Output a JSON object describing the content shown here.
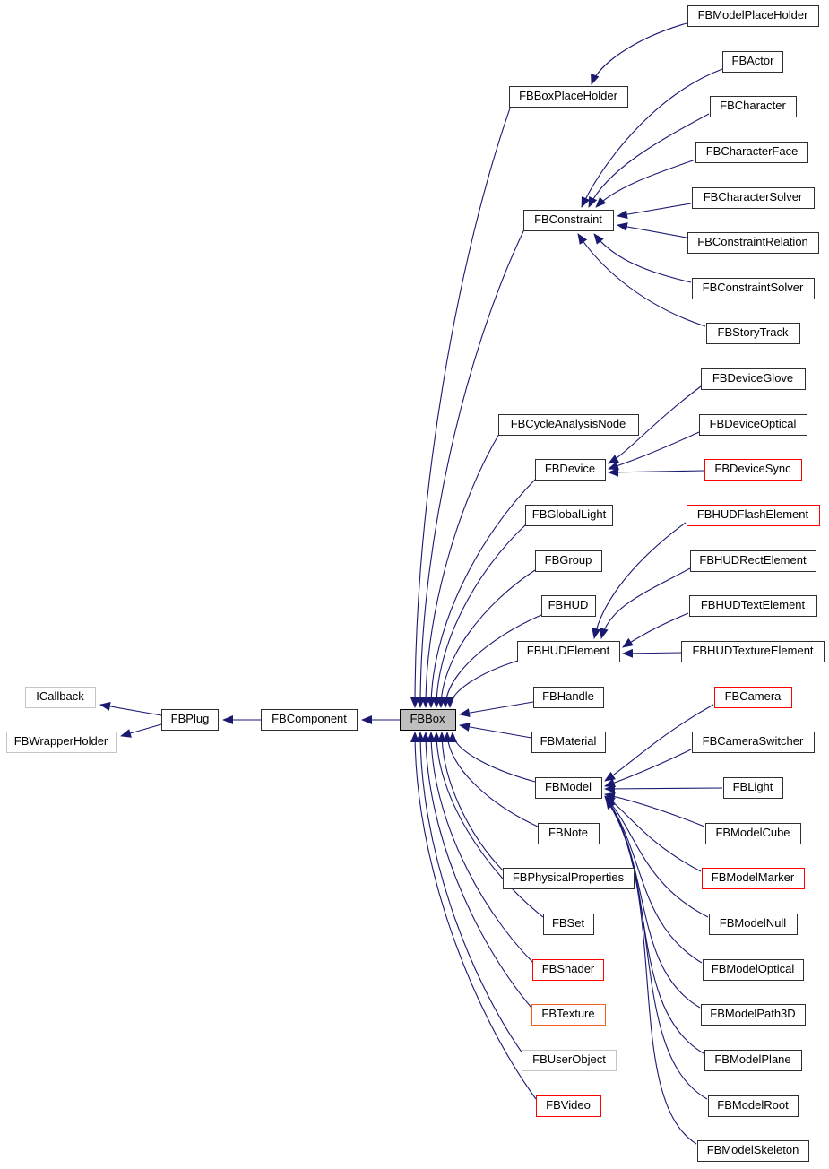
{
  "diagram": {
    "kind": "class-inheritance-graph",
    "root": "FBBox",
    "colors": {
      "edge": "#191970",
      "node_border": "#2e2e2e",
      "highlight_fill": "#bfbfbf",
      "red_border": "#fe0000",
      "orange_border": "#f4611e",
      "gray_border": "#c5c5c5",
      "background": "#ffffff"
    },
    "nodes": [
      {
        "id": "icallback",
        "label": "ICallback",
        "style": "gray"
      },
      {
        "id": "fbwrapperholder",
        "label": "FBWrapperHolder",
        "style": "gray"
      },
      {
        "id": "fbplug",
        "label": "FBPlug",
        "style": "default"
      },
      {
        "id": "fbcomponent",
        "label": "FBComponent",
        "style": "default"
      },
      {
        "id": "fbbox",
        "label": "FBBox",
        "style": "highlight"
      },
      {
        "id": "fbboxplaceholder",
        "label": "FBBoxPlaceHolder",
        "style": "default"
      },
      {
        "id": "fbconstraint",
        "label": "FBConstraint",
        "style": "default"
      },
      {
        "id": "fbcycleanalysisnode",
        "label": "FBCycleAnalysisNode",
        "style": "default"
      },
      {
        "id": "fbdevice",
        "label": "FBDevice",
        "style": "default"
      },
      {
        "id": "fbgloballight",
        "label": "FBGlobalLight",
        "style": "default"
      },
      {
        "id": "fbgroup",
        "label": "FBGroup",
        "style": "default"
      },
      {
        "id": "fbhud",
        "label": "FBHUD",
        "style": "default"
      },
      {
        "id": "fbhudelement",
        "label": "FBHUDElement",
        "style": "default"
      },
      {
        "id": "fbhandle",
        "label": "FBHandle",
        "style": "default"
      },
      {
        "id": "fbmaterial",
        "label": "FBMaterial",
        "style": "default"
      },
      {
        "id": "fbmodel",
        "label": "FBModel",
        "style": "default"
      },
      {
        "id": "fbnote",
        "label": "FBNote",
        "style": "default"
      },
      {
        "id": "fbphysicalproperties",
        "label": "FBPhysicalProperties",
        "style": "default"
      },
      {
        "id": "fbset",
        "label": "FBSet",
        "style": "default"
      },
      {
        "id": "fbshader",
        "label": "FBShader",
        "style": "red"
      },
      {
        "id": "fbtexture",
        "label": "FBTexture",
        "style": "orange"
      },
      {
        "id": "fbuserobject",
        "label": "FBUserObject",
        "style": "gray"
      },
      {
        "id": "fbvideo",
        "label": "FBVideo",
        "style": "red"
      },
      {
        "id": "fbmodelplaceholder",
        "label": "FBModelPlaceHolder",
        "style": "default"
      },
      {
        "id": "fbactor",
        "label": "FBActor",
        "style": "default"
      },
      {
        "id": "fbcharacter",
        "label": "FBCharacter",
        "style": "default"
      },
      {
        "id": "fbcharacterface",
        "label": "FBCharacterFace",
        "style": "default"
      },
      {
        "id": "fbcharactersolver",
        "label": "FBCharacterSolver",
        "style": "default"
      },
      {
        "id": "fbconstraintrelation",
        "label": "FBConstraintRelation",
        "style": "default"
      },
      {
        "id": "fbconstraintsolver",
        "label": "FBConstraintSolver",
        "style": "default"
      },
      {
        "id": "fbstorytrack",
        "label": "FBStoryTrack",
        "style": "default"
      },
      {
        "id": "fbdeviceglove",
        "label": "FBDeviceGlove",
        "style": "default"
      },
      {
        "id": "fbdeviceoptical",
        "label": "FBDeviceOptical",
        "style": "default"
      },
      {
        "id": "fbdevicesync",
        "label": "FBDeviceSync",
        "style": "red"
      },
      {
        "id": "fbhudflashelement",
        "label": "FBHUDFlashElement",
        "style": "red"
      },
      {
        "id": "fbhudrectelement",
        "label": "FBHUDRectElement",
        "style": "default"
      },
      {
        "id": "fbhudtextelement",
        "label": "FBHUDTextElement",
        "style": "default"
      },
      {
        "id": "fbhudtextureelement",
        "label": "FBHUDTextureElement",
        "style": "default"
      },
      {
        "id": "fbcamera",
        "label": "FBCamera",
        "style": "red"
      },
      {
        "id": "fbcameraswitcher",
        "label": "FBCameraSwitcher",
        "style": "default"
      },
      {
        "id": "fblight",
        "label": "FBLight",
        "style": "default"
      },
      {
        "id": "fbmodelcube",
        "label": "FBModelCube",
        "style": "default"
      },
      {
        "id": "fbmodelmarker",
        "label": "FBModelMarker",
        "style": "red"
      },
      {
        "id": "fbmodelnull",
        "label": "FBModelNull",
        "style": "default"
      },
      {
        "id": "fbmodeloptical",
        "label": "FBModelOptical",
        "style": "default"
      },
      {
        "id": "fbmodelpath3d",
        "label": "FBModelPath3D",
        "style": "default"
      },
      {
        "id": "fbmodelplane",
        "label": "FBModelPlane",
        "style": "default"
      },
      {
        "id": "fbmodelroot",
        "label": "FBModelRoot",
        "style": "default"
      },
      {
        "id": "fbmodelskeleton",
        "label": "FBModelSkeleton",
        "style": "default"
      }
    ],
    "edges": [
      {
        "from": "fbbox",
        "to": "fbcomponent"
      },
      {
        "from": "fbcomponent",
        "to": "fbplug"
      },
      {
        "from": "fbplug",
        "to": "icallback"
      },
      {
        "from": "fbplug",
        "to": "fbwrapperholder"
      },
      {
        "from": "fbboxplaceholder",
        "to": "fbbox"
      },
      {
        "from": "fbconstraint",
        "to": "fbbox"
      },
      {
        "from": "fbcycleanalysisnode",
        "to": "fbbox"
      },
      {
        "from": "fbdevice",
        "to": "fbbox"
      },
      {
        "from": "fbgloballight",
        "to": "fbbox"
      },
      {
        "from": "fbgroup",
        "to": "fbbox"
      },
      {
        "from": "fbhud",
        "to": "fbbox"
      },
      {
        "from": "fbhudelement",
        "to": "fbbox"
      },
      {
        "from": "fbhandle",
        "to": "fbbox"
      },
      {
        "from": "fbmaterial",
        "to": "fbbox"
      },
      {
        "from": "fbmodel",
        "to": "fbbox"
      },
      {
        "from": "fbnote",
        "to": "fbbox"
      },
      {
        "from": "fbphysicalproperties",
        "to": "fbbox"
      },
      {
        "from": "fbset",
        "to": "fbbox"
      },
      {
        "from": "fbshader",
        "to": "fbbox"
      },
      {
        "from": "fbtexture",
        "to": "fbbox"
      },
      {
        "from": "fbuserobject",
        "to": "fbbox"
      },
      {
        "from": "fbvideo",
        "to": "fbbox"
      },
      {
        "from": "fbmodelplaceholder",
        "to": "fbboxplaceholder"
      },
      {
        "from": "fbactor",
        "to": "fbconstraint"
      },
      {
        "from": "fbcharacter",
        "to": "fbconstraint"
      },
      {
        "from": "fbcharacterface",
        "to": "fbconstraint"
      },
      {
        "from": "fbcharactersolver",
        "to": "fbconstraint"
      },
      {
        "from": "fbconstraintrelation",
        "to": "fbconstraint"
      },
      {
        "from": "fbconstraintsolver",
        "to": "fbconstraint"
      },
      {
        "from": "fbstorytrack",
        "to": "fbconstraint"
      },
      {
        "from": "fbdeviceglove",
        "to": "fbdevice"
      },
      {
        "from": "fbdeviceoptical",
        "to": "fbdevice"
      },
      {
        "from": "fbdevicesync",
        "to": "fbdevice"
      },
      {
        "from": "fbhudflashelement",
        "to": "fbhudelement"
      },
      {
        "from": "fbhudrectelement",
        "to": "fbhudelement"
      },
      {
        "from": "fbhudtextelement",
        "to": "fbhudelement"
      },
      {
        "from": "fbhudtextureelement",
        "to": "fbhudelement"
      },
      {
        "from": "fbcamera",
        "to": "fbmodel"
      },
      {
        "from": "fbcameraswitcher",
        "to": "fbmodel"
      },
      {
        "from": "fblight",
        "to": "fbmodel"
      },
      {
        "from": "fbmodelcube",
        "to": "fbmodel"
      },
      {
        "from": "fbmodelmarker",
        "to": "fbmodel"
      },
      {
        "from": "fbmodelnull",
        "to": "fbmodel"
      },
      {
        "from": "fbmodeloptical",
        "to": "fbmodel"
      },
      {
        "from": "fbmodelpath3d",
        "to": "fbmodel"
      },
      {
        "from": "fbmodelplane",
        "to": "fbmodel"
      },
      {
        "from": "fbmodelroot",
        "to": "fbmodel"
      },
      {
        "from": "fbmodelskeleton",
        "to": "fbmodel"
      }
    ]
  }
}
